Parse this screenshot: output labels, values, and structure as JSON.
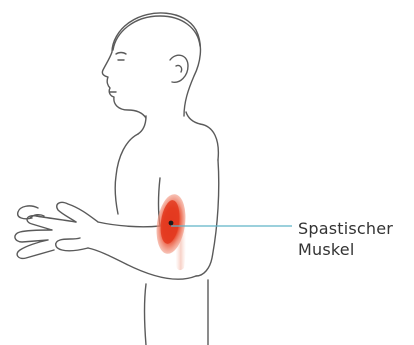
{
  "annotation": {
    "line1": "Spastischer",
    "line2": "Muskel"
  },
  "colors": {
    "outline": "#5a5a5a",
    "skin": "#ffffff",
    "muscle_core": "#e23a1f",
    "muscle_glow": "#f4a08a",
    "leader_line": "#5fb3c8",
    "point": "#1a1a1a"
  },
  "icons": {
    "muscle_marker": "red-muscle-highlight"
  }
}
